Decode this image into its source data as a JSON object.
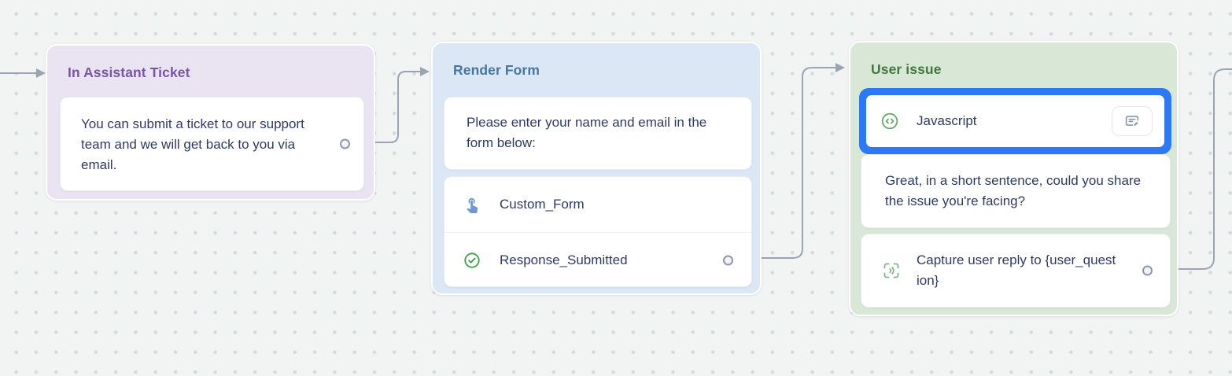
{
  "canvas": {
    "background_color": "#f2f4f4",
    "dot_color": "#d2dbde",
    "connector_color": "#9aa5b2",
    "selection_color": "#2d78f3"
  },
  "nodes": [
    {
      "title": "In Assistant Ticket",
      "title_color": "#7b54a6",
      "bg_color": "#eae3f2",
      "message": "You can submit a ticket to our support team and we will get back to you via email."
    },
    {
      "title": "Render Form",
      "title_color": "#47769f",
      "bg_color": "#dbe7f4",
      "message": "Please enter your name and email in the form below:",
      "items": [
        {
          "icon": "tap-icon",
          "label": "Custom_Form"
        },
        {
          "icon": "check-circle-icon",
          "label": "Response_Submitted"
        }
      ]
    },
    {
      "title": "User issue",
      "title_color": "#41783f",
      "bg_color": "#d9e7d7",
      "selected_item": {
        "icon": "code-circle-icon",
        "label": "Javascript",
        "action_icon": "edit-note-icon",
        "selected": true
      },
      "message": "Great, in a short sentence, could you share the issue you're facing?",
      "capture_item": {
        "icon": "capture-reply-icon",
        "label": "Capture user reply to {user_question}"
      }
    }
  ]
}
